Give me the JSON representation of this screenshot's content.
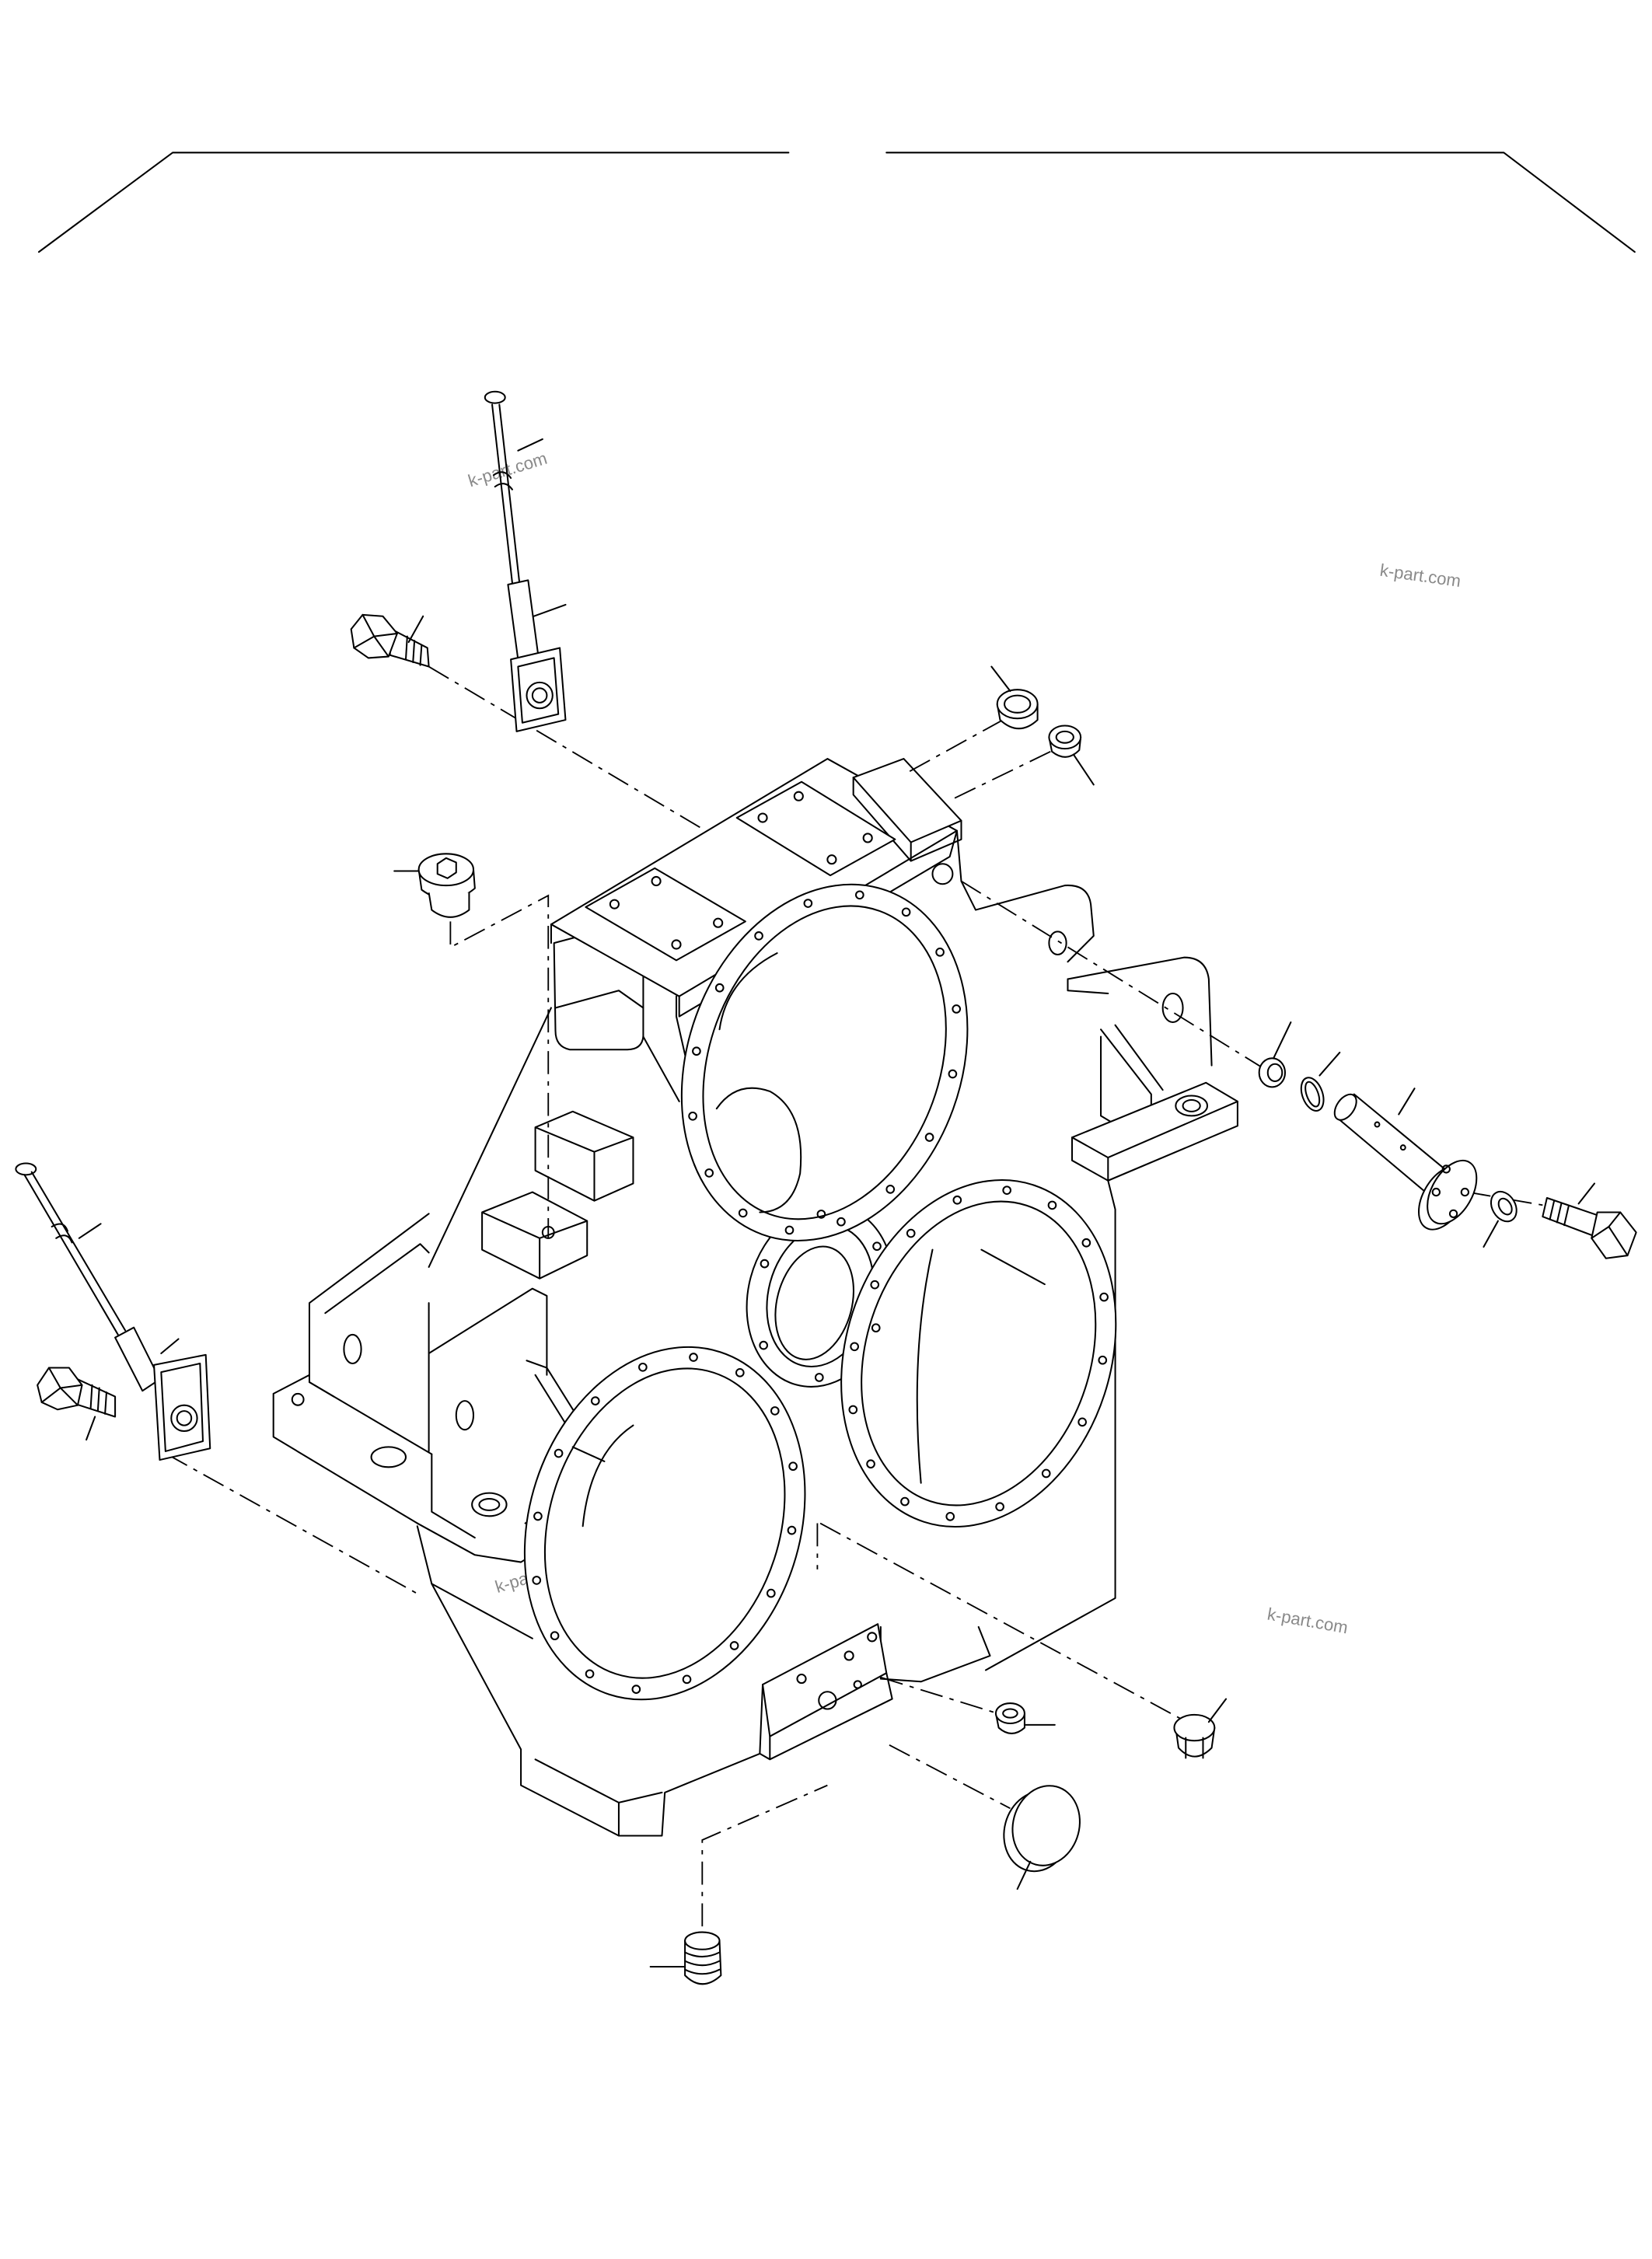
{
  "watermarks": [
    "k-part.com",
    "k-part.com",
    "k-part.com",
    "k-part.com"
  ],
  "colors": {
    "line": "#000000",
    "watermark": "#8a8a8a",
    "background": "#ffffff"
  }
}
